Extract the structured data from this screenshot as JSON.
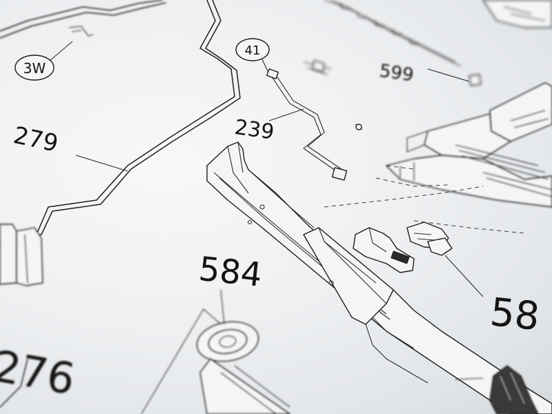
{
  "labels": {
    "l3w": "3W",
    "l41": "41",
    "l599": "599",
    "l279": "279",
    "l239": "239",
    "l584": "584",
    "l276": "276",
    "l58": "58"
  }
}
